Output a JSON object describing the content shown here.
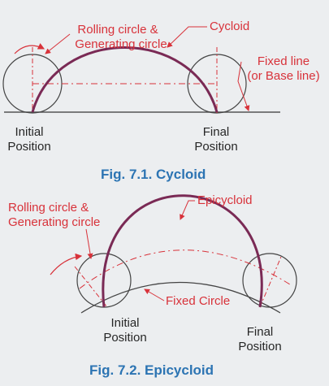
{
  "fig1": {
    "label_rolling": "Rolling circle &",
    "label_generating": "Generating circle",
    "label_curve": "Cycloid",
    "label_fixed_1": "Fixed line",
    "label_fixed_2": "(or Base line)",
    "label_initial_1": "Initial",
    "label_initial_2": "Position",
    "label_final_1": "Final",
    "label_final_2": "Position",
    "caption": "Fig. 7.1. Cycloid"
  },
  "fig2": {
    "label_rolling": "Rolling circle &",
    "label_generating": "Generating circle",
    "label_curve": "Epicycloid",
    "label_fixed": "Fixed Circle",
    "label_initial_1": "Initial",
    "label_initial_2": "Position",
    "label_final_1": "Final",
    "label_final_2": "Position",
    "caption": "Fig. 7.2. Epicycloid"
  },
  "colors": {
    "curve": "#7a2a55",
    "annotation": "#d8323a",
    "caption": "#2c74b3",
    "outline": "#333333"
  }
}
